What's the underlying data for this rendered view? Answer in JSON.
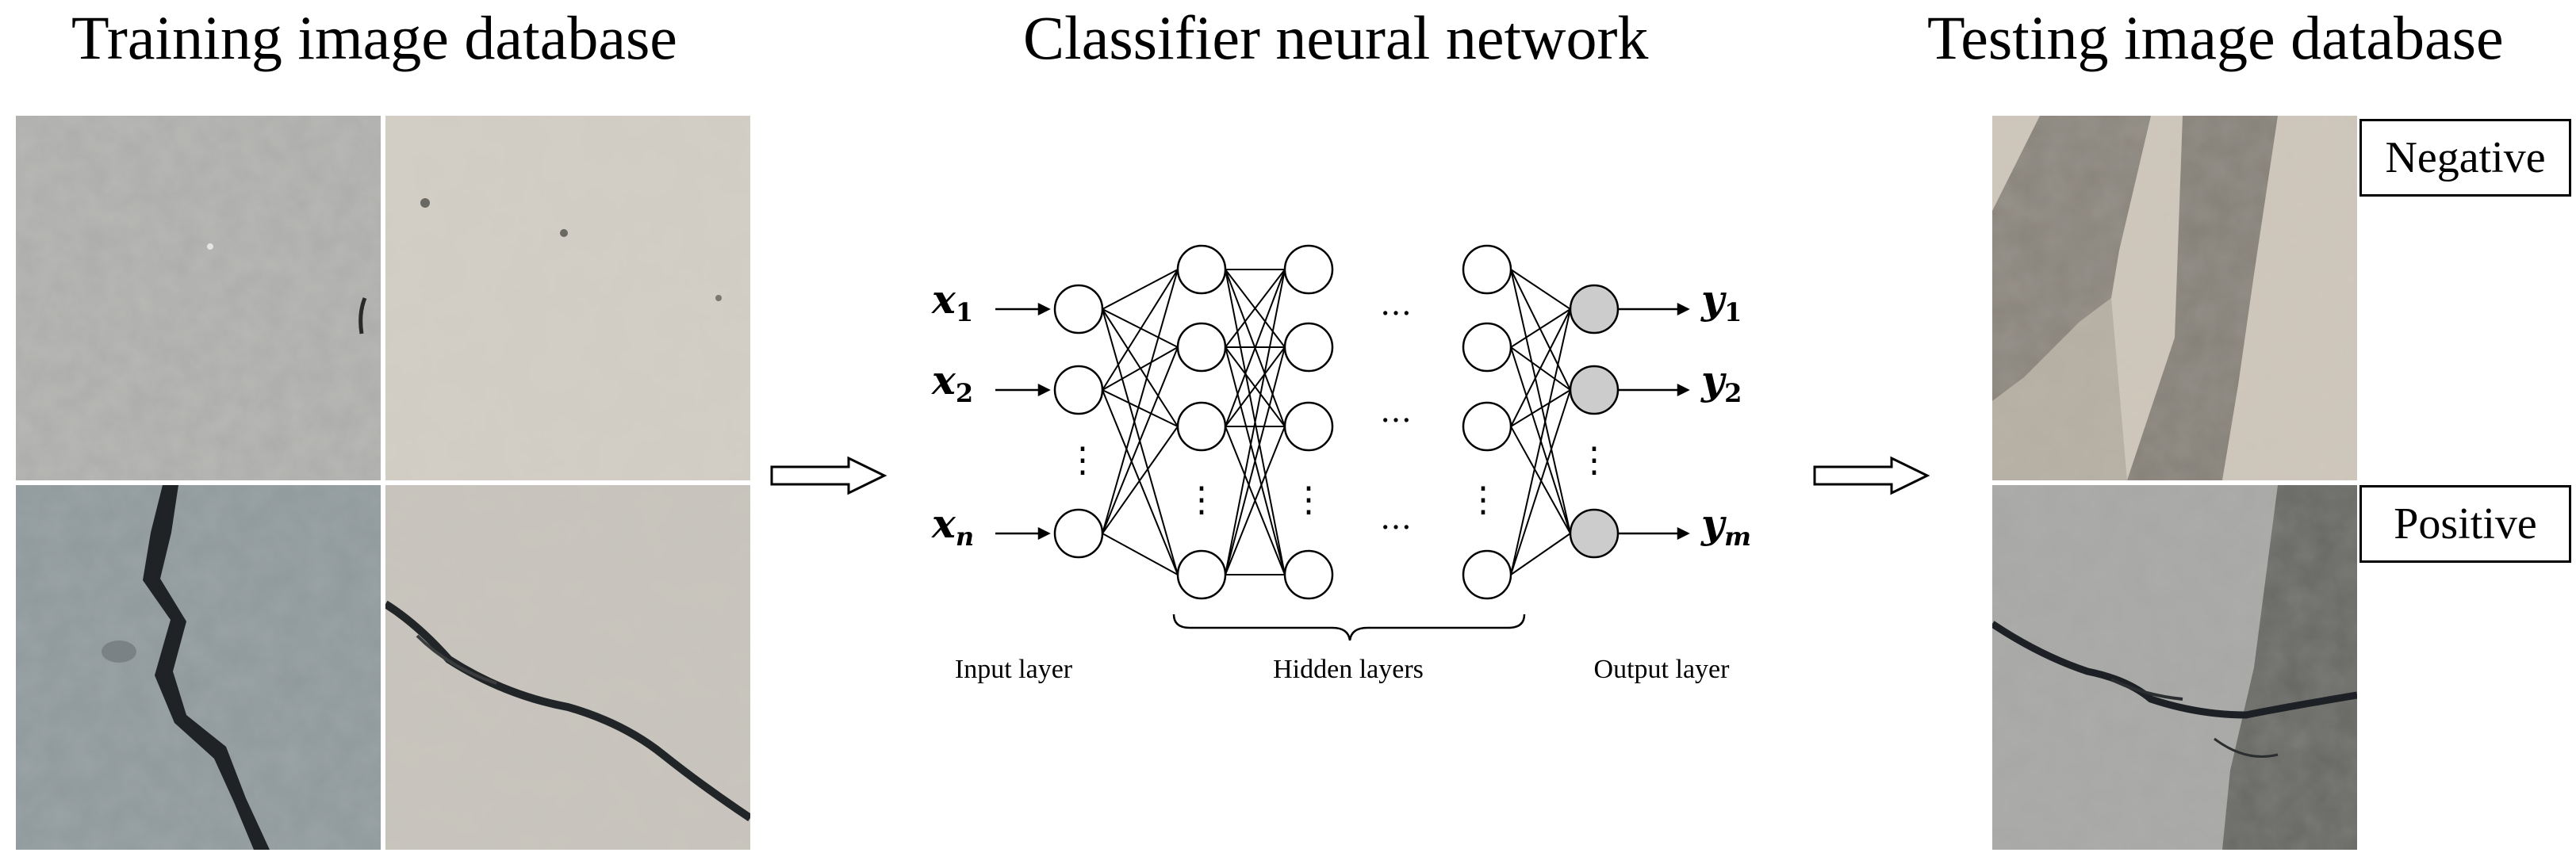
{
  "titles": {
    "training": "Training image database",
    "network": "Classifier neural network",
    "testing": "Testing image database"
  },
  "network": {
    "inputs": [
      {
        "base": "x",
        "sub": "1"
      },
      {
        "base": "x",
        "sub": "2"
      },
      {
        "base": "x",
        "sub": "n"
      }
    ],
    "outputs": [
      {
        "base": "y",
        "sub": "1"
      },
      {
        "base": "y",
        "sub": "2"
      },
      {
        "base": "y",
        "sub": "m"
      }
    ],
    "layer_labels": {
      "input": "Input layer",
      "hidden": "Hidden layers",
      "output": "Output layer"
    },
    "ellipsis": "…",
    "vertical_ellipsis": "⋮"
  },
  "testing_labels": {
    "top": "Negative",
    "bottom": "Positive"
  },
  "colors": {
    "node_fill": "#ffffff",
    "output_node_fill": "#cccccc",
    "stroke": "#000000",
    "concrete_light": "#d4cfc6",
    "concrete_grey": "#a3a4a1",
    "concrete_blue_grey": "#8e979a",
    "shadow": "#6f6d6a",
    "crack": "#1f2326"
  }
}
